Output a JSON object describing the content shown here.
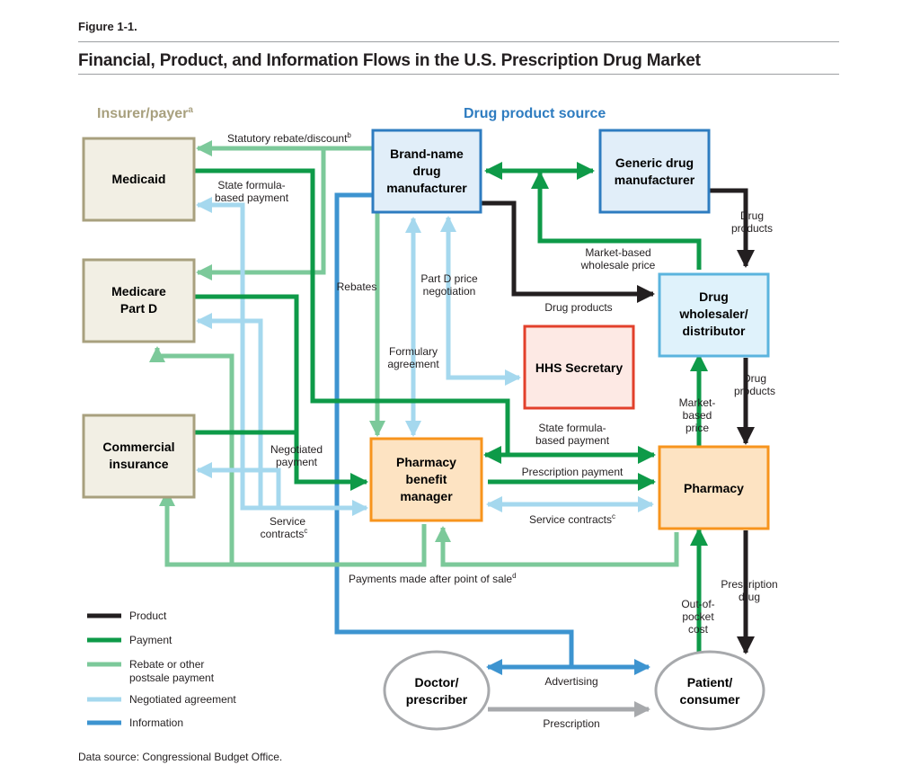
{
  "figure": {
    "number": "Figure 1-1.",
    "title": "Financial, Product, and Information Flows in the U.S. Prescription Drug Market",
    "source": "Data source: Congressional Budget Office."
  },
  "groups": {
    "insurer": {
      "text": "Insurer/payer",
      "note": "a"
    },
    "drug_source": "Drug product source"
  },
  "nodes": {
    "medicaid": [
      "Medicaid"
    ],
    "medicare": [
      "Medicare",
      "Part D"
    ],
    "commercial": [
      "Commercial",
      "insurance"
    ],
    "brand": [
      "Brand-name",
      "drug",
      "manufacturer"
    ],
    "generic": [
      "Generic drug",
      "manufacturer"
    ],
    "wholesaler": [
      "Drug",
      "wholesaler/",
      "distributor"
    ],
    "hhs": [
      "HHS Secretary"
    ],
    "pbm": [
      "Pharmacy",
      "benefit",
      "manager"
    ],
    "pharmacy": [
      "Pharmacy"
    ],
    "doctor": [
      "Doctor/",
      "prescriber"
    ],
    "patient": [
      "Patient/",
      "consumer"
    ]
  },
  "labels": {
    "statutory_rebate": {
      "text": "Statutory rebate/discount",
      "note": "b"
    },
    "state_formula_top": [
      "State formula-",
      "based payment"
    ],
    "rebates": [
      "Rebates"
    ],
    "part_d_price": [
      "Part D price",
      "negotiation"
    ],
    "market_wholesale": [
      "Market-based",
      "wholesale price"
    ],
    "drug_products_generic": [
      "Drug",
      "products"
    ],
    "drug_products_brand": [
      "Drug products"
    ],
    "formulary": [
      "Formulary",
      "agreement"
    ],
    "drug_products_wholesaler": [
      "Drug",
      "products"
    ],
    "market_based_price": [
      "Market-",
      "based",
      "price"
    ],
    "state_formula_pharmacy": [
      "State formula-",
      "based payment"
    ],
    "negotiated_payment": [
      "Negotiated",
      "payment"
    ],
    "prescription_payment": [
      "Prescription payment"
    ],
    "service_contracts_right": {
      "text": "Service contracts",
      "note": "c"
    },
    "service_contracts_left": {
      "lines": [
        "Service",
        "contracts"
      ],
      "note": "c"
    },
    "payments_after_sale": {
      "text": "Payments made after point of sale",
      "note": "d"
    },
    "prescription_drug": [
      "Prescription",
      "drug"
    ],
    "out_of_pocket": [
      "Out-of-",
      "pocket",
      "cost"
    ],
    "advertising": [
      "Advertising"
    ],
    "prescription": [
      "Prescription"
    ]
  },
  "legend": [
    {
      "lines": [
        "Product"
      ],
      "color": "#231f20"
    },
    {
      "lines": [
        "Payment"
      ],
      "color": "#0e9a48"
    },
    {
      "lines": [
        "Rebate or other",
        "postsale payment"
      ],
      "color": "#7cc99a"
    },
    {
      "lines": [
        "Negotiated agreement"
      ],
      "color": "#a5d8ee"
    },
    {
      "lines": [
        "Information"
      ],
      "color": "#3d94d0"
    }
  ],
  "colors": {
    "product": "#231f20",
    "payment": "#0e9a48",
    "rebate": "#7cc99a",
    "negotiated": "#a5d8ee",
    "information": "#3d94d0",
    "prescription": "#a7a9ac",
    "insurer_border": "#a8a07e",
    "insurer_fill": "#f2efe4",
    "insurer_label": "#a8a07e",
    "source_border": "#2e7cc0",
    "source_fill": "#e1eef9",
    "source_label": "#2e7cc0",
    "wholesaler_border": "#5bb4de",
    "wholesaler_fill": "#dff2fb",
    "hhs_border": "#e2402b",
    "hhs_fill": "#fde9e4",
    "pharmacy_border": "#f7941d",
    "pharmacy_fill": "#fde3c2",
    "patient_border": "#a7a9ac"
  }
}
